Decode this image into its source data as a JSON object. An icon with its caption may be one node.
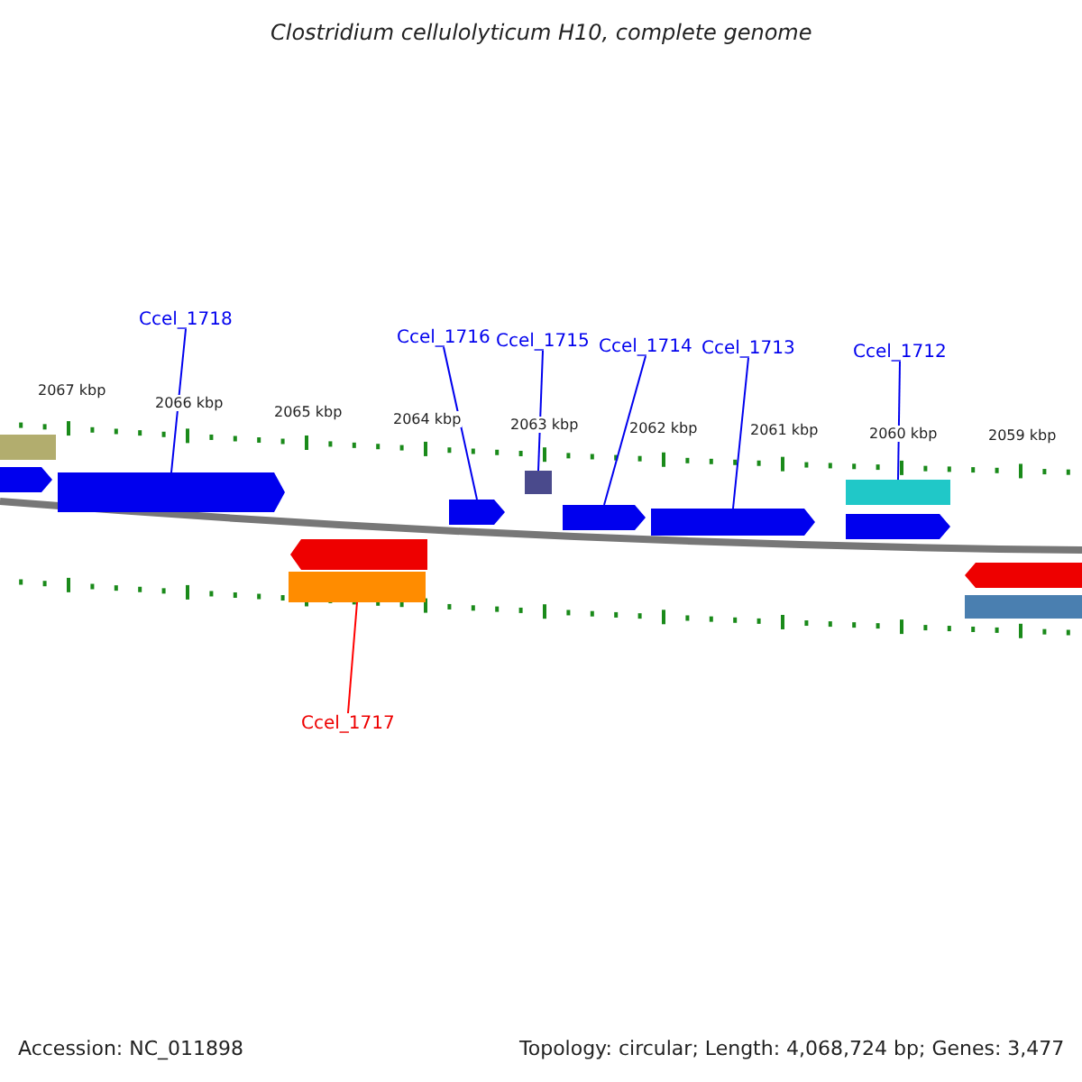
{
  "diagram": {
    "title": "Clostridium cellulolyticum H10, complete genome",
    "nodes": [
      {
        "text": [
          "Ccel_1718"
        ]
      },
      {
        "text": [
          "Ccel_1716"
        ]
      },
      {
        "text": [
          "Ccel_1715"
        ]
      },
      {
        "text": [
          "Ccel_1714"
        ]
      },
      {
        "text": [
          "Ccel_1713"
        ]
      },
      {
        "text": [
          "Ccel_1712"
        ]
      },
      {
        "text": [],
        "shape": "bar"
      },
      {
        "text": [],
        "shape": "bar"
      },
      {
        "text": [],
        "shape": "box"
      },
      {
        "text": [],
        "shape": "bar"
      },
      {
        "text": [],
        "shape": "bar"
      },
      {
        "text": [],
        "shape": "bar"
      },
      {
        "text": [],
        "shape": "bar"
      },
      {
        "text": [
          "Ccel_1717"
        ]
      },
      {
        "text": [],
        "shape": "bar"
      },
      {
        "text": [],
        "shape": "bar"
      },
      {
        "text": [],
        "shape": "bar"
      },
      {
        "text": [],
        "shape": "bar"
      },
      {
        "text": [],
        "shape": "bar"
      },
      {
        "text": [],
        "shape": "bar"
      }
    ],
    "edges": [
      {
        "from": 0,
        "to": 6,
        "arrow": "none"
      },
      {
        "from": 1,
        "to": 7,
        "arrow": "none"
      },
      {
        "from": 2,
        "to": 8,
        "arrow": "none"
      },
      {
        "from": 3,
        "to": 9,
        "arrow": "none"
      },
      {
        "from": 4,
        "to": 10,
        "arrow": "none"
      },
      {
        "from": 5,
        "to": 11,
        "arrow": "none"
      },
      {
        "from": 13,
        "to": 12,
        "arrow": "none",
        "color": "#ff0000"
      }
    ],
    "labels": [
      "2067 kbp",
      "2066 kbp",
      "2065 kbp",
      "2064 kbp",
      "2063 kbp",
      "2062 kbp",
      "2061 kbp",
      "2060 kbp",
      "2059 kbp",
      "Accession: NC_011898",
      "Topology: circular; Length: 4,068,724 bp; Genes: 3,477"
    ]
  }
}
